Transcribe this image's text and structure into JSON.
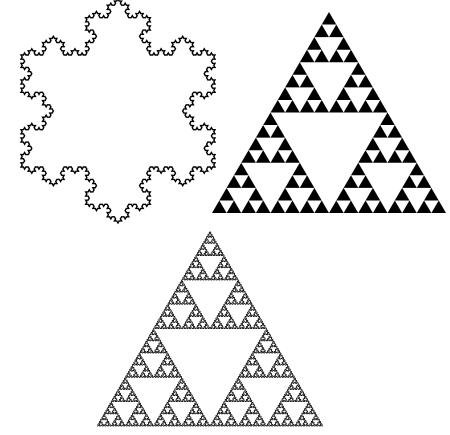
{
  "figures": [
    {
      "id": "koch",
      "kind": "koch-snowflake",
      "iterations": 4,
      "stroke": "#000000",
      "fill": "#ffffff"
    },
    {
      "id": "sierpinski-solid",
      "kind": "sierpinski-triangle",
      "depth": 4,
      "fill": "#000000",
      "background": "#ffffff"
    },
    {
      "id": "sierpinski-curve",
      "kind": "sierpinski-arrowhead-curve",
      "order": 8,
      "stroke": "#000000"
    }
  ]
}
